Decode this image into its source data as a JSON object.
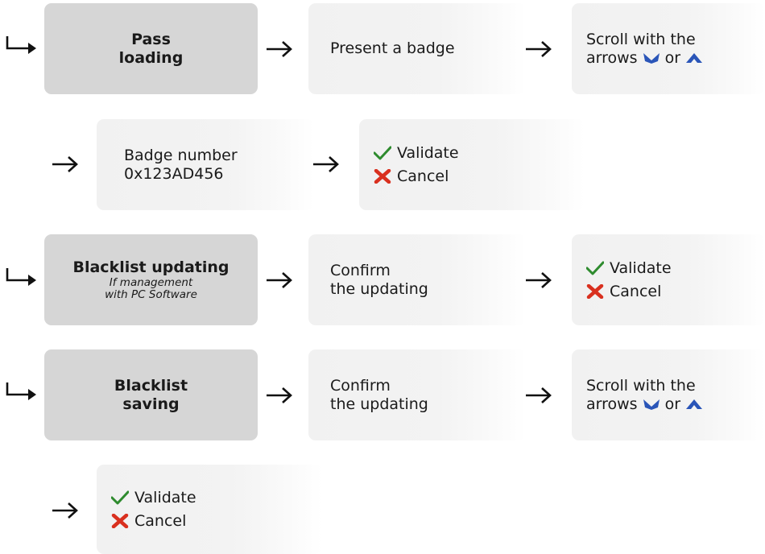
{
  "colors": {
    "title_box": "#d6d6d6",
    "screen_box": "#f2f2f2",
    "check": "#2e8b2e",
    "cross": "#d9301f",
    "scroll_arrows": "#2a55b8"
  },
  "icons": [
    "corner-return-arrow-icon",
    "right-arrow-icon",
    "check-icon",
    "cross-icon",
    "chevron-down-icon",
    "chevron-up-icon"
  ],
  "rows": {
    "pass_loading": {
      "title_line1": "Pass",
      "title_line2": "loading",
      "screen1": "Present a badge",
      "screen2_line1": "Scroll with the",
      "screen2_arrows": "arrows",
      "screen2_or": "or"
    },
    "badge": {
      "line1": "Badge number",
      "line2": "0x123AD456",
      "validate": "Validate",
      "cancel": "Cancel"
    },
    "blacklist_updating": {
      "title": "Blacklist updating",
      "subtitle1": "If management",
      "subtitle2": "with PC Software",
      "screen1_line1": "Confirm",
      "screen1_line2": "the updating",
      "validate": "Validate",
      "cancel": "Cancel"
    },
    "blacklist_saving": {
      "title_line1": "Blacklist",
      "title_line2": "saving",
      "screen1_line1": "Confirm",
      "screen1_line2": "the updating",
      "screen2_line1": "Scroll with the",
      "screen2_arrows": "arrows",
      "screen2_or": "or"
    },
    "final": {
      "validate": "Validate",
      "cancel": "Cancel"
    }
  }
}
